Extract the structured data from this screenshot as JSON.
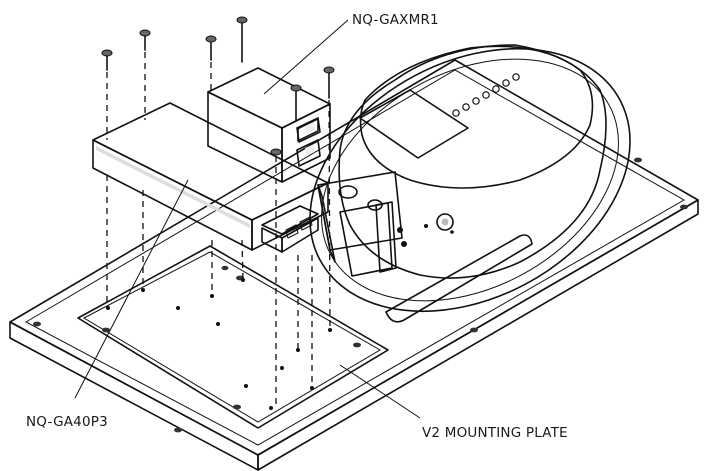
{
  "labels": {
    "module_top": "NQ-GAXMR1",
    "module_left": "NQ-GA40P3",
    "plate": "V2 MOUNTING PLATE"
  },
  "colors": {
    "line": "#111111",
    "shade_light": "#e6e6e6",
    "shade_mid": "#bdbdbd",
    "shade_dark": "#4a4a4a",
    "background": "#ffffff"
  }
}
